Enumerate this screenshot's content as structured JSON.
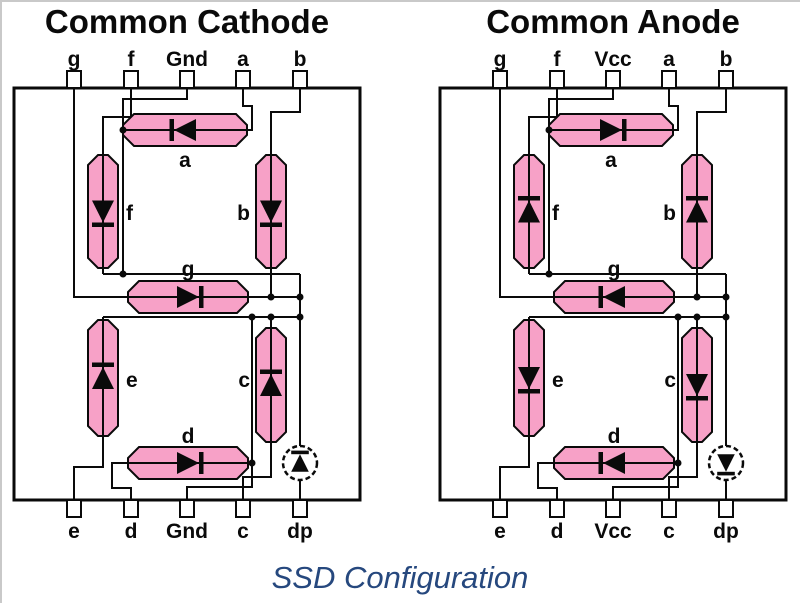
{
  "page": {
    "caption": "SSD Configuration",
    "caption_color": "#26487E",
    "background": "#ffffff"
  },
  "colors": {
    "segment_fill": "#F7A1C7",
    "line": "#0a0a0a",
    "edge_shadow": "#c9c9c9"
  },
  "panels": [
    {
      "id": "common-cathode",
      "title": "Common Cathode",
      "common_label": "Gnd",
      "top_pins": [
        "g",
        "f",
        "Gnd",
        "a",
        "b"
      ],
      "bottom_pins": [
        "e",
        "d",
        "Gnd",
        "c",
        "dp"
      ],
      "diode_directions": {
        "a": "left",
        "b": "down",
        "c": "up",
        "d": "right",
        "e": "up",
        "f": "down",
        "g": "right",
        "dp": "up"
      }
    },
    {
      "id": "common-anode",
      "title": "Common Anode",
      "common_label": "Vcc",
      "top_pins": [
        "g",
        "f",
        "Vcc",
        "a",
        "b"
      ],
      "bottom_pins": [
        "e",
        "d",
        "Vcc",
        "c",
        "dp"
      ],
      "diode_directions": {
        "a": "right",
        "b": "up",
        "c": "down",
        "d": "left",
        "e": "down",
        "f": "up",
        "g": "left",
        "dp": "down"
      }
    }
  ]
}
